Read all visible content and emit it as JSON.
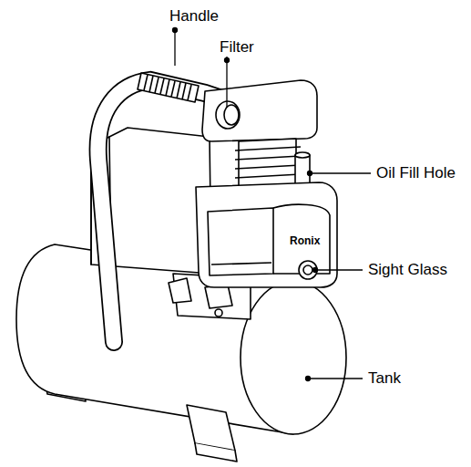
{
  "diagram": {
    "labels": [
      "Handle",
      "Filter",
      "Oil Fill Hole",
      "Sight Glass",
      "Tank",
      "Ronix"
    ]
  }
}
